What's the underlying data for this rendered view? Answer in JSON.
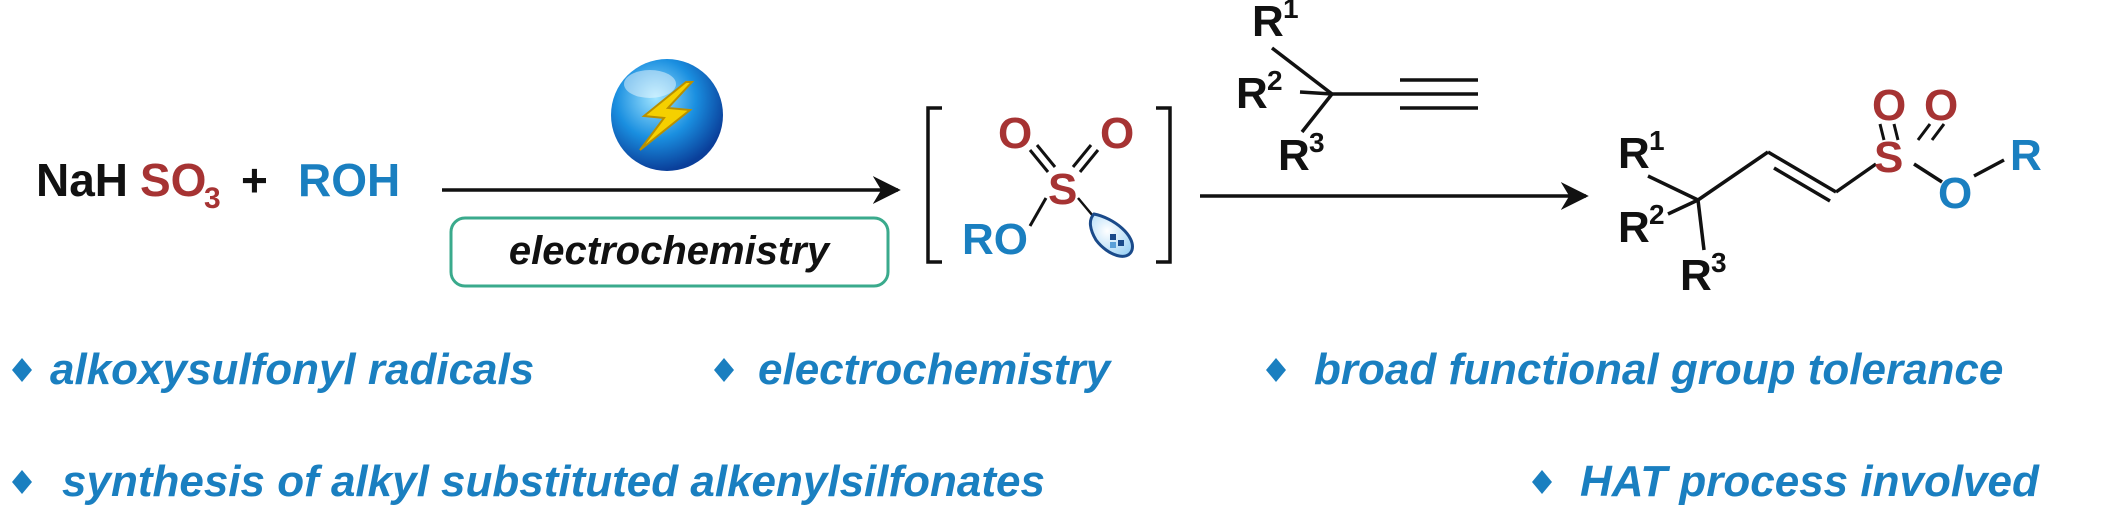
{
  "reagents": {
    "part1": "NaH",
    "part2": "SO",
    "sub3": "3",
    "plus": "+",
    "alcohol": "ROH"
  },
  "conditions": {
    "label": "electrochemistry"
  },
  "intermediate": {
    "O_left": "O",
    "O_right": "O",
    "S": "S",
    "RO": "RO"
  },
  "alkyne": {
    "R1": "R",
    "R1_sup": "1",
    "R2": "R",
    "R2_sup": "2",
    "R3": "R",
    "R3_sup": "3"
  },
  "product": {
    "R1": "R",
    "R1_sup": "1",
    "R2": "R",
    "R2_sup": "2",
    "R3": "R",
    "R3_sup": "3",
    "O_left": "O",
    "O_right": "O",
    "S": "S",
    "O_ester": "O",
    "R": "R"
  },
  "bullets": [
    "alkoxysulfonyl radicals",
    "electrochemistry",
    "broad functional group tolerance",
    "synthesis of alkyl substituted alkenylsilfonates",
    "HAT process involved"
  ],
  "colors": {
    "black": "#111111",
    "red": "#a63333",
    "blue": "#1a7fc0",
    "teal": "#3aaa8c",
    "bolt": "#f5d000"
  }
}
